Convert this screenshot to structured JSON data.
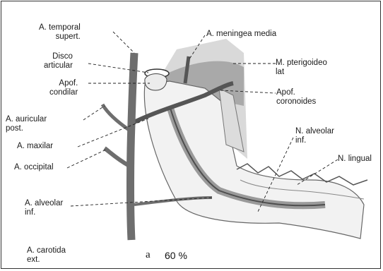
{
  "labels": {
    "temporal": "A. temporal\nsupert.",
    "meningea": "A. meningea media",
    "disco": "Disco\narticular",
    "pterigoideo": "M. pterigoideo\nlat",
    "apof_condilar": "Apof.\ncondilar",
    "apof_coronoides": "Apof.\ncoronoides",
    "auricular": "A. auricular\npost.",
    "alveolar_nerve": "N. alveolar\ninf.",
    "maxilar": "A. maxilar",
    "lingual": "N. lingual",
    "occipital": "A. occipital",
    "alveolar_artery": "A. alveolar\ninf.",
    "carotida": "A. carotida\next."
  },
  "caption": {
    "letter": "a",
    "percent": "60 %"
  }
}
